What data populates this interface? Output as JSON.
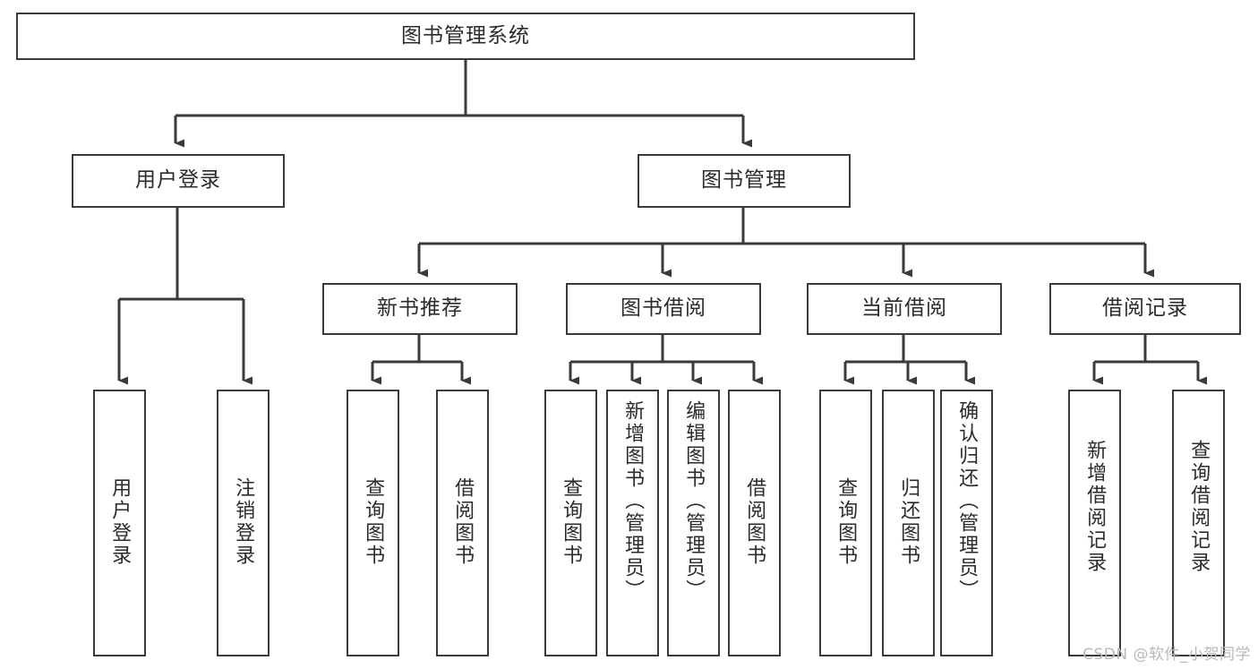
{
  "diagram": {
    "title": "图书管理系统",
    "type": "tree",
    "colors": {
      "box_border": "#3a3a3a",
      "box_fill": "#ffffff",
      "edge": "#3a3a3a",
      "text": "#2b2b2b",
      "watermark": "#b9b9b9"
    },
    "root": {
      "label": "图书管理系统"
    },
    "level2": [
      {
        "label": "用户登录"
      },
      {
        "label": "图书管理"
      }
    ],
    "level3": [
      {
        "label": "新书推荐"
      },
      {
        "label": "图书借阅"
      },
      {
        "label": "当前借阅"
      },
      {
        "label": "借阅记录"
      }
    ],
    "leaves": {
      "user_login": [
        {
          "label": "用户登录"
        },
        {
          "label": "注销登录"
        }
      ],
      "new_book": [
        {
          "label": "查询图书"
        },
        {
          "label": "借阅图书"
        }
      ],
      "book_borrow": [
        {
          "label": "查询图书"
        },
        {
          "label": "新增图书（管理员）"
        },
        {
          "label": "编辑图书（管理员）"
        },
        {
          "label": "借阅图书"
        }
      ],
      "current_borrow": [
        {
          "label": "查询图书"
        },
        {
          "label": "归还图书"
        },
        {
          "label": "确认归还（管理员）"
        }
      ],
      "borrow_record": [
        {
          "label": "新增借阅记录"
        },
        {
          "label": "查询借阅记录"
        }
      ]
    },
    "watermark": "CSDN @软件_小贺同学"
  }
}
